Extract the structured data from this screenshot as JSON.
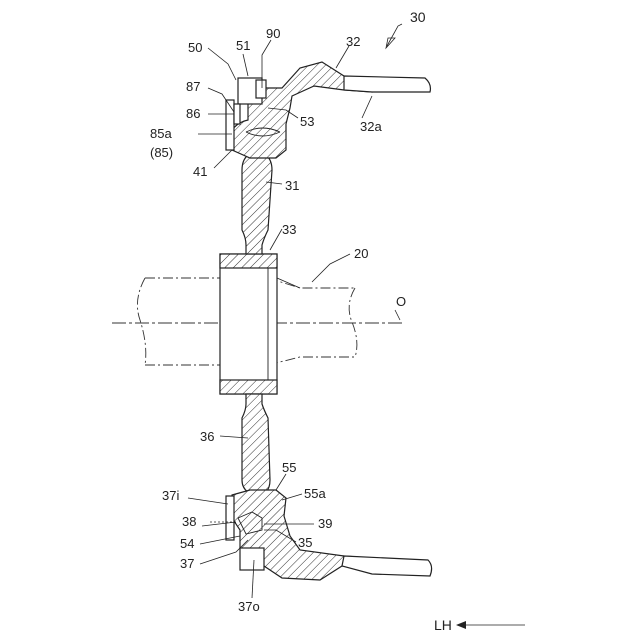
{
  "labels": {
    "l30": "30",
    "l32": "32",
    "l90": "90",
    "l51": "51",
    "l50": "50",
    "l87": "87",
    "l86": "86",
    "l53": "53",
    "l32a": "32a",
    "l85a": "85a",
    "l85": "(85)",
    "l41": "41",
    "l31": "31",
    "l33": "33",
    "l20": "20",
    "lO": "O",
    "l36": "36",
    "l55": "55",
    "l55a": "55a",
    "l37i": "37i",
    "l38": "38",
    "l39": "39",
    "l54": "54",
    "l35": "35",
    "l37": "37",
    "l37o": "37o",
    "lLH": "LH"
  }
}
